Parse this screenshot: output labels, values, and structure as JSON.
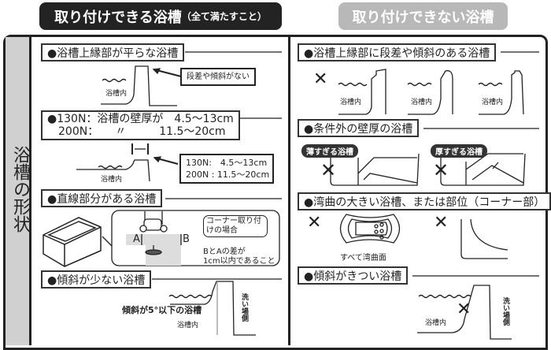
{
  "headers": {
    "ok_title": "取り付けできる浴槽",
    "ok_note": "（全て満たすこと）",
    "ng_title": "取り付けできない浴槽"
  },
  "side_label": "浴槽の形状",
  "ok": {
    "flat_rim": {
      "title": "●浴槽上縁部が平らな浴槽",
      "callout": "段差や傾斜がない",
      "inside": "浴槽内"
    },
    "thickness": {
      "line1": "●130N：浴槽の壁厚が　4.5〜13cm",
      "line2": "　200N：　　〃　　　11.5〜20cm",
      "box_line1": "130N:　4.5〜13cm",
      "box_line2": "200N : 11.5〜20cm",
      "inside": "浴槽内"
    },
    "straight": {
      "title": "●直線部分がある浴槽",
      "corner_tag": "コーナー取り付けの場合",
      "label_a": "A",
      "label_b": "B",
      "note1": "BとAの差が",
      "note2": "1cm以内であること"
    },
    "slope_small": {
      "title": "●傾斜が少ない浴槽",
      "note": "傾斜が5°以下の浴槽",
      "inside": "浴槽内",
      "wash_side": "洗い場側"
    }
  },
  "ng": {
    "stepped_rim": {
      "title": "●浴槽上縁部に段差や傾斜のある浴槽",
      "inside": "浴槽内",
      "mark": "✕"
    },
    "thickness": {
      "title": "●条件外の壁厚の浴槽",
      "thin": "薄すぎる浴槽",
      "thick": "厚すぎる浴槽",
      "mark": "✕"
    },
    "curved": {
      "title": "●湾曲の大きい浴槽、または部位（コーナー部）",
      "all_curved": "すべて湾曲面",
      "mark": "✕"
    },
    "slope_steep": {
      "title": "●傾斜がきつい浴槽",
      "inside": "浴槽内",
      "wash_side": "洗い場側",
      "mark": "✕"
    }
  }
}
